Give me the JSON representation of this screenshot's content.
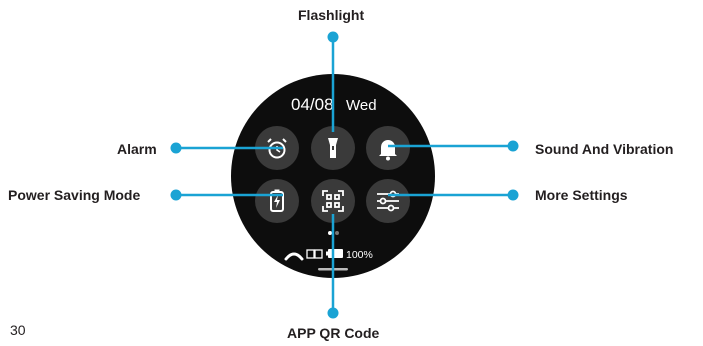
{
  "watch": {
    "date": "04/08",
    "weekday": "Wed",
    "battery": "100%"
  },
  "callouts": {
    "flashlight": "Flashlight",
    "alarm": "Alarm",
    "sound": "Sound And Vibration",
    "power": "Power Saving Mode",
    "more": "More Settings",
    "qr": "APP QR Code"
  },
  "page_number": "30",
  "colors": {
    "accent": "#1aa3d4",
    "watch_bg": "#0d0d0d",
    "button": "#3a3a3a"
  },
  "icons": {
    "flashlight": "flashlight-icon",
    "alarm": "alarm-clock-icon",
    "sound": "bell-icon",
    "power": "battery-charging-icon",
    "qr": "qr-code-icon",
    "more": "sliders-icon",
    "call": "phone-icon",
    "link": "connection-icon"
  }
}
